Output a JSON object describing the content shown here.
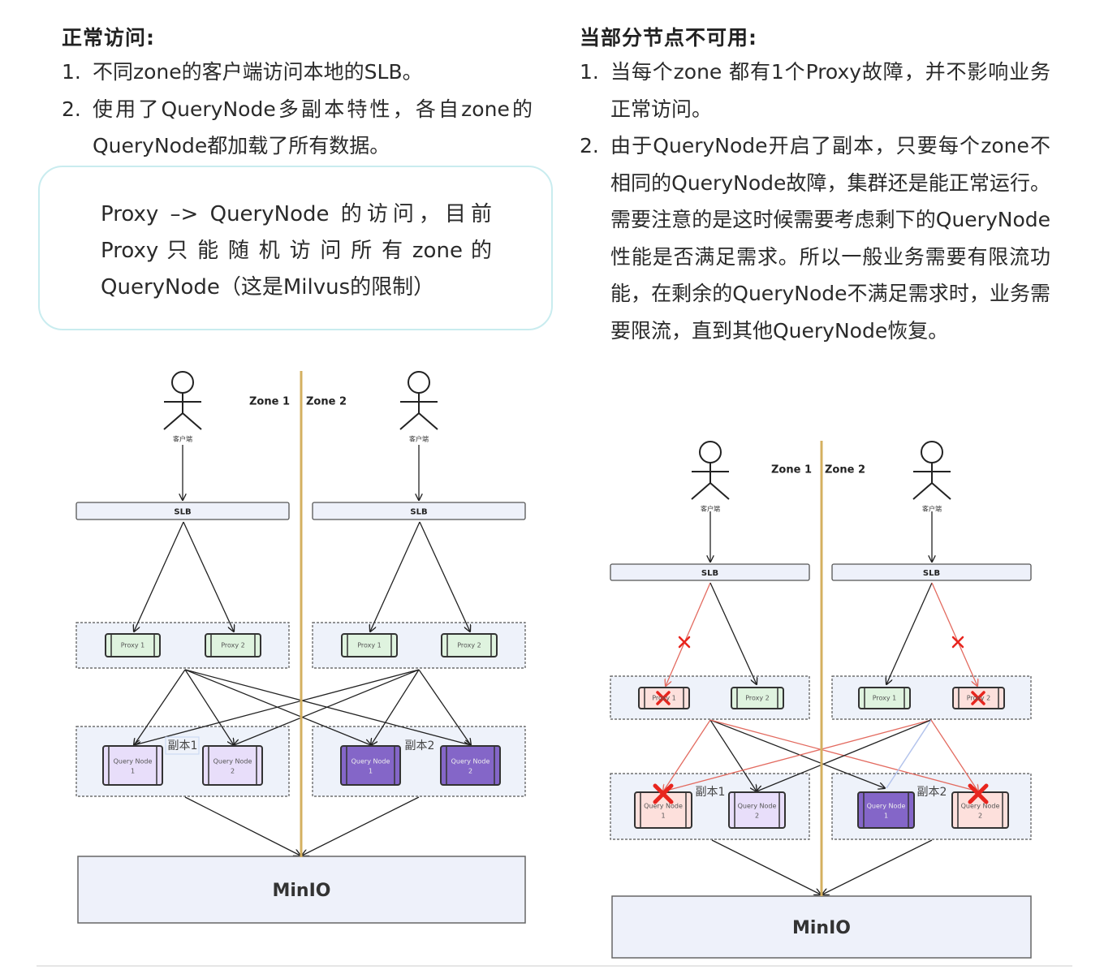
{
  "left": {
    "heading": "正常访问:",
    "items": [
      {
        "num": "1.",
        "text": "不同zone的客户端访问本地的SLB。"
      },
      {
        "num": "2.",
        "text": "使用了QueryNode多副本特性，各自zone的QueryNode都加载了所有数据。"
      }
    ],
    "note": "Proxy –> QueryNode 的访问，目前Proxy 只 能 随 机 访 问 所 有 zone 的QueryNode（这是Milvus的限制）"
  },
  "right": {
    "heading": "当部分节点不可用:",
    "items": [
      {
        "num": "1.",
        "text": "当每个zone 都有1个Proxy故障，并不影响业务正常访问。"
      },
      {
        "num": "2.",
        "text": "由于QueryNode开启了副本，只要每个zone不相同的QueryNode故障，集群还是能正常运行。需要注意的是这时候需要考虑剩下的QueryNode性能是否满足需求。所以一般业务需要有限流功能，在剩余的QueryNode不满足需求时，业务需要限流，直到其他QueryNode恢复。"
      }
    ]
  },
  "diagram": {
    "client": "客户端",
    "zone1": "Zone 1",
    "zone2": "Zone 2",
    "slb": "SLB",
    "proxy1": "Proxy 1",
    "proxy2": "Proxy 2",
    "qn_label": "Query Node",
    "qn1": "1",
    "qn2": "2",
    "replica1": "副本1",
    "replica2": "副本2",
    "minio": "MinIO"
  },
  "colors": {
    "zone_line": "#d4b060",
    "proxy_ok": "#dff3df",
    "proxy_failed": "#fde0dc",
    "qn_replica1": "#e8defa",
    "qn_replica2": "#8466c8",
    "failure_mark": "#e8251e",
    "group_fill": "#eef2fa"
  }
}
